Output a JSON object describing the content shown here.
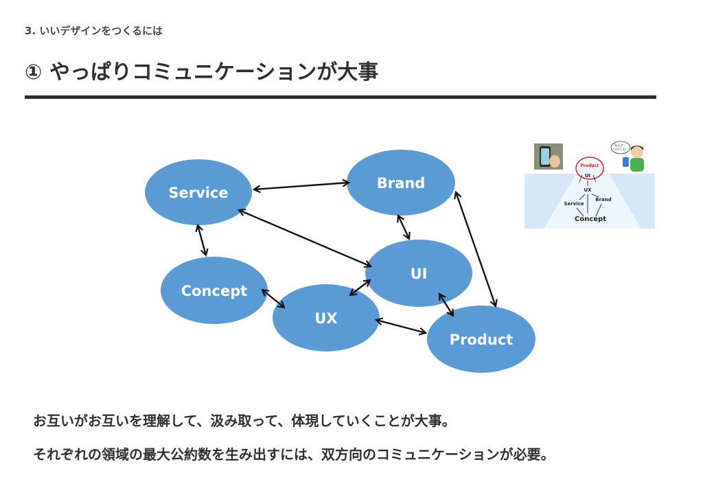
{
  "breadcrumb": "3. いいデザインをつくるには",
  "title": "① やっぱりコミュニケーションが大事",
  "diagram": {
    "nodes": {
      "service": "Service",
      "brand": "Brand",
      "concept": "Concept",
      "ui": "UI",
      "ux": "UX",
      "product": "Product"
    },
    "node_color": "#5b9bd5",
    "arrow_color": "#111111"
  },
  "thumbnail": {
    "bubble_text_1": "なんか、",
    "bubble_text_2": "いけてる！",
    "labels": {
      "product": "Product",
      "ui": "UI",
      "ux": "UX",
      "service": "Service",
      "brand": "Brand",
      "concept": "Concept"
    }
  },
  "body": {
    "line1": "お互いがお互いを理解して、汲み取って、体現していくことが大事。",
    "line2": "それぞれの領域の最大公約数を生み出すには、双方向のコミュニケーションが必要。"
  }
}
